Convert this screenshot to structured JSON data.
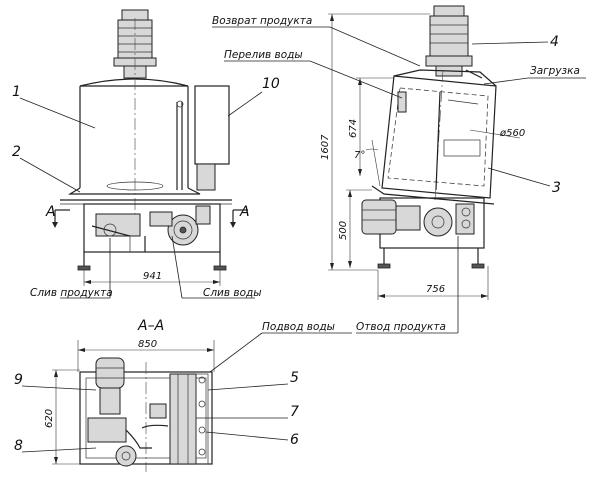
{
  "labels": {
    "vozvrat": "Возврат продукта",
    "pereliv": "Перелив воды",
    "zagruzka": "Загрузка",
    "sliv_produkta": "Слив продукта",
    "sliv_vody": "Слив воды",
    "podvod_vody": "Подвод воды",
    "otvod_produkta": "Отвод продукта",
    "section": "А–А",
    "section_mark_a": "А"
  },
  "callouts": [
    "1",
    "2",
    "10",
    "4",
    "3",
    "5",
    "7",
    "6",
    "9",
    "8"
  ],
  "dimensions": {
    "d941": "941",
    "d1607": "1607",
    "d674": "674",
    "d500": "500",
    "d560": "ø560",
    "angle": "7°",
    "d756": "756",
    "d850": "850",
    "d620": "620"
  }
}
